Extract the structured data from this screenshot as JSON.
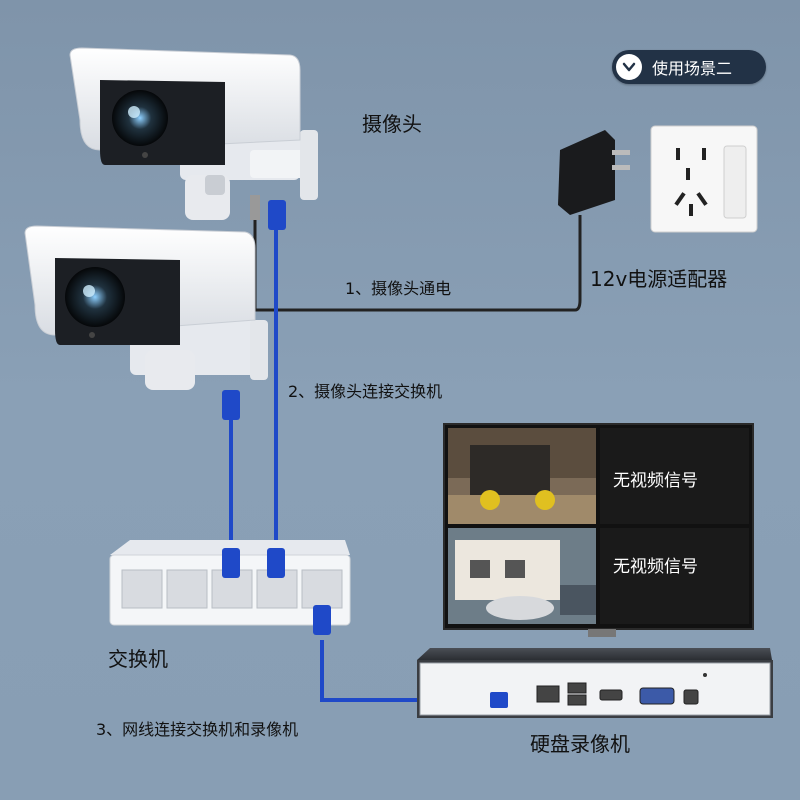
{
  "scene_badge": "使用场景二",
  "labels": {
    "camera": "摄像头",
    "adapter": "12v电源适配器",
    "switch": "交换机",
    "nvr": "硬盘录像机"
  },
  "steps": {
    "step1": "1、摄像头通电",
    "step2": "2、摄像头连接交换机",
    "step3": "3、网线连接交换机和录像机"
  },
  "monitor": {
    "no_signal_1": "无视频信号",
    "no_signal_2": "无视频信号"
  },
  "colors": {
    "cable": "#1f49c8",
    "power_wire": "#222222",
    "badge_bg": "#223246"
  }
}
